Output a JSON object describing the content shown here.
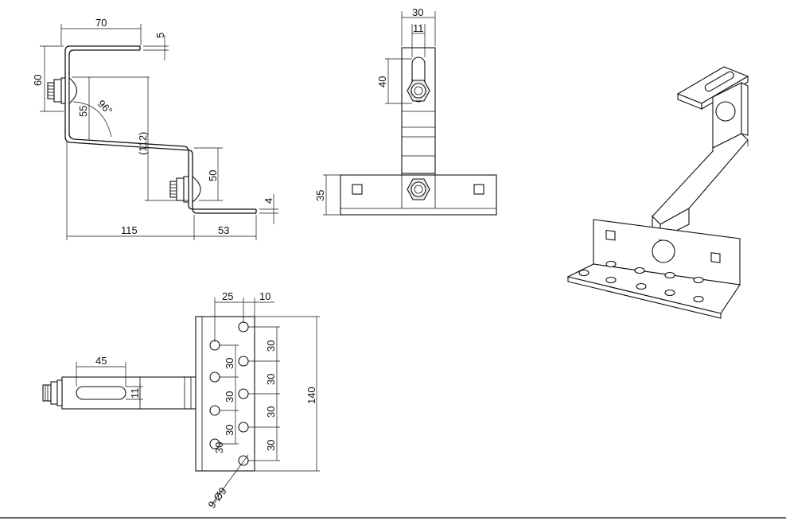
{
  "views": {
    "side": {
      "dims": {
        "top_width": "70",
        "thickness_top": "5",
        "left_height": "60",
        "inner_height": "55",
        "angle": "96°",
        "total_rise": "(112)",
        "lower_height": "50",
        "thickness_bottom": "4",
        "base_length": "115",
        "foot_length": "53"
      }
    },
    "front": {
      "dims": {
        "top_width": "30",
        "slot_width": "11",
        "slot_length": "40",
        "base_height": "35"
      }
    },
    "top": {
      "dims": {
        "slot_length": "45",
        "slot_width": "11",
        "hole_pitch_a": "25",
        "hole_pitch_b": "10",
        "spacings_left": [
          "30",
          "30",
          "30",
          "30"
        ],
        "spacings_right": [
          "30",
          "30",
          "30",
          "30"
        ],
        "overall_length": "140",
        "holes": "9-Ø9"
      }
    },
    "iso": {}
  }
}
